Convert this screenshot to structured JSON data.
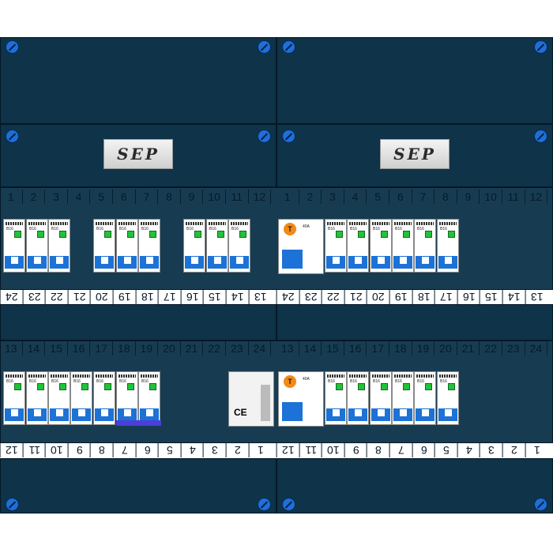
{
  "brand": {
    "logo_text": "SEP"
  },
  "top_number_row": [
    "1",
    "2",
    "3",
    "4",
    "5",
    "6",
    "7",
    "8",
    "9",
    "10",
    "11",
    "12"
  ],
  "bottom_number_row": [
    "13",
    "14",
    "15",
    "16",
    "17",
    "18",
    "19",
    "20",
    "21",
    "22",
    "23",
    "24"
  ],
  "mirror_top": [
    "24",
    "23",
    "22",
    "21",
    "20",
    "19",
    "18",
    "17",
    "16",
    "15",
    "14",
    "13"
  ],
  "mirror_bottom": [
    "12",
    "11",
    "10",
    "9",
    "8",
    "7",
    "6",
    "5",
    "4",
    "3",
    "2",
    "1"
  ],
  "module_labels": {
    "mcb": "B16",
    "rcd_rating": "40A",
    "rcd_button": "T"
  },
  "colors": {
    "panel": "#0f3348",
    "screw": "#1e6fd8",
    "toggle": "#1c72d6",
    "led": "#22c23a",
    "test_button": "#f08a18"
  }
}
